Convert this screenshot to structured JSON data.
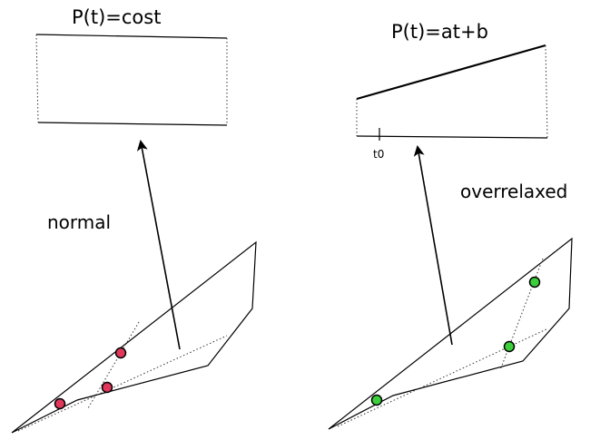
{
  "left_panel": {
    "formula": "P(t)=cost",
    "label": "normal",
    "point_color": "#e0385a"
  },
  "right_panel": {
    "formula": "P(t)=at+b",
    "tick_label": "t0",
    "label": "overrelaxed",
    "point_color": "#3ccf3c"
  }
}
